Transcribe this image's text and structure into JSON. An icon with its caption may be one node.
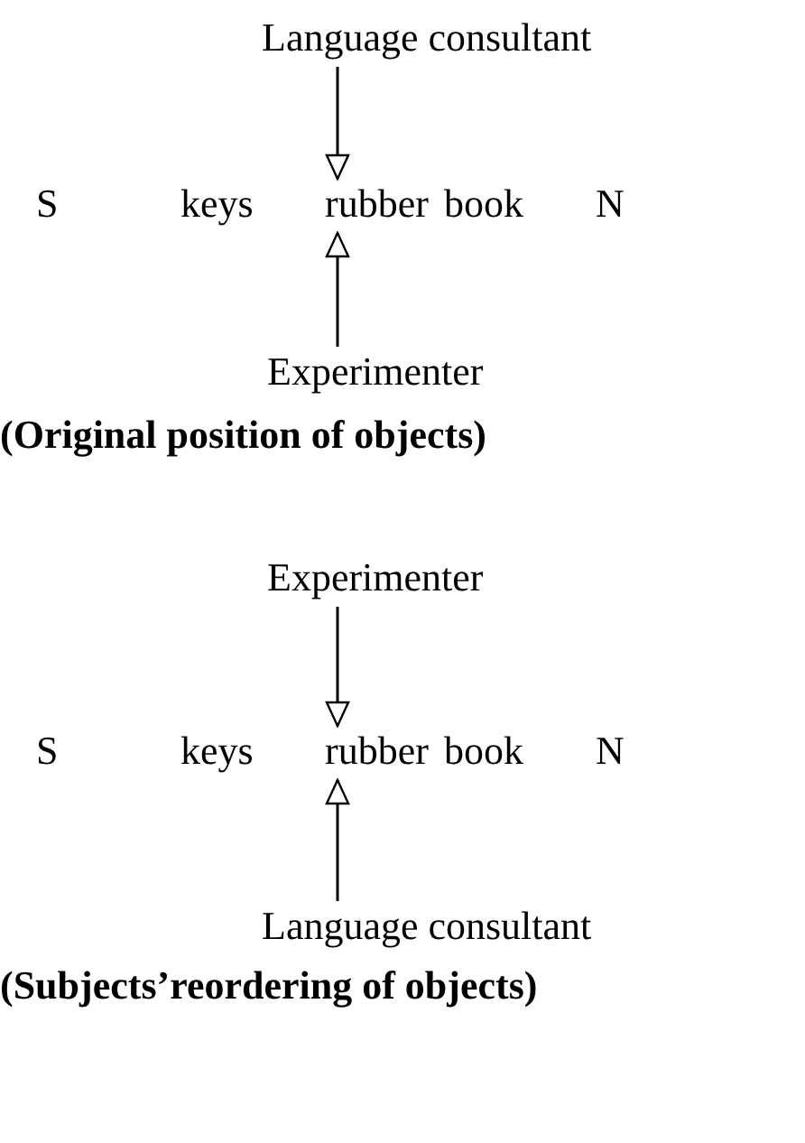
{
  "diagram": {
    "nodes": [
      {
        "text": [
          "Language consultant"
        ]
      },
      {
        "text": [
          "S"
        ]
      },
      {
        "text": [
          "keys"
        ]
      },
      {
        "text": [
          "rubber"
        ]
      },
      {
        "text": [
          "book"
        ]
      },
      {
        "text": [
          "N"
        ]
      },
      {
        "text": [
          "Experimenter"
        ]
      },
      {
        "text": [
          "Experimenter"
        ]
      },
      {
        "text": [
          "S"
        ]
      },
      {
        "text": [
          "keys"
        ]
      },
      {
        "text": [
          "rubber"
        ]
      },
      {
        "text": [
          "book"
        ]
      },
      {
        "text": [
          "N"
        ]
      },
      {
        "text": [
          "Language consultant"
        ]
      }
    ],
    "edges": [
      {
        "from": 0,
        "to": 3,
        "arrow": "to"
      },
      {
        "from": 6,
        "to": 3,
        "arrow": "to"
      },
      {
        "from": 7,
        "to": 10,
        "arrow": "to"
      },
      {
        "from": 13,
        "to": 10,
        "arrow": "to"
      }
    ],
    "labels": [
      "(Original position of objects)",
      "(Subjects’reordering of objects)"
    ]
  }
}
